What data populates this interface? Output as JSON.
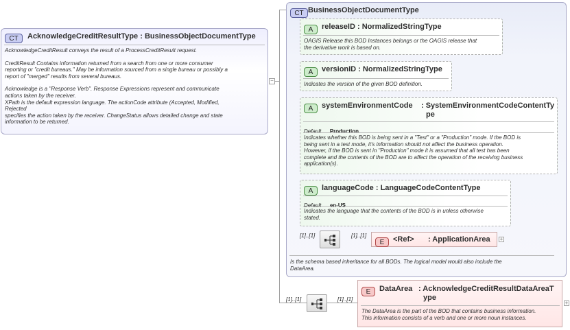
{
  "root": {
    "badge": "CT",
    "name": "AcknowledgeCreditResultType",
    "type": ": BusinessObjectDocumentType",
    "desc1": "AcknowledgeCreditResult conveys the result of a ProcessCreditResult request.",
    "desc2a": "CreditResult  Contains information returned from a search from one or more consumer",
    "desc2b": "reporting or \"credit bureaus.\" May be information sourced from a single bureau or possibly a",
    "desc2c": "report of \"merged\" results from several bureaus.",
    "desc3a": "Acknowledge is a \"Response Verb\". Response Expressions represent and communicate",
    "desc3b": "actions taken by the receiver.",
    "desc3c": "XPath is the default expression language. The actionCode attribute (Accepted, Modified,",
    "desc3d": "Rejected",
    "desc3e": "specifies the action taken by the receiver. ChangeStatus allows detailed change and state",
    "desc3f": "information to be returned."
  },
  "bod": {
    "badge": "CT",
    "name": "BusinessObjectDocumentType",
    "footer1": "Is the schema based inheritance for all BODs. The logical model would also include the",
    "footer2": "DataArea."
  },
  "attributes": {
    "releaseID": {
      "badge": "A",
      "name": "releaseID",
      "type": ": NormalizedStringType",
      "desc1": "OAGIS Release this BOD Instances belongs or the OAGIS release that",
      "desc2": "the derivative work is based on."
    },
    "versionID": {
      "badge": "A",
      "name": "versionID",
      "type": ": NormalizedStringType",
      "desc1": "Indicates the version of the given BOD definition."
    },
    "systemEnvironmentCode": {
      "badge": "A",
      "name": "systemEnvironmentCode",
      "type1": ": SystemEnvironmentCodeContentTy",
      "type2": "pe",
      "default_label": "Default",
      "default_value": "Production",
      "desc1": "Indicates whether this BOD is being sent in a \"Test\" or a \"Production\" mode. If the BOD is",
      "desc2": "being sent in a test mode, it's information should not affect the business operation.",
      "desc3": "However, if the BOD is sent in \"Production\" mode it is assumed that all test has been",
      "desc4": "complete and the contents of the BOD are to affect the operation of the receiving business",
      "desc5": "application(s)."
    },
    "languageCode": {
      "badge": "A",
      "name": "languageCode",
      "type": ": LanguageCodeContentType",
      "default_label": "Default",
      "default_value": "en-US",
      "desc1": "Indicates the language that the contents of the BOD is in unless otherwise",
      "desc2": "stated."
    }
  },
  "applicationArea": {
    "card_seq": "[1]..[1]",
    "card_elem": "[1]..[1]",
    "badge": "E",
    "ref": "<Ref>",
    "type": ": ApplicationArea"
  },
  "dataArea": {
    "card_seq": "[1]..[1]",
    "card_elem": "[1]..[1]",
    "badge": "E",
    "name": "DataArea",
    "type1": ": AcknowledgeCreditResultDataAreaT",
    "type2": "ype",
    "desc1": "The DataArea is the part of the BOD that contains business information.",
    "desc2": "This information consists of a verb and one or more noun instances."
  }
}
